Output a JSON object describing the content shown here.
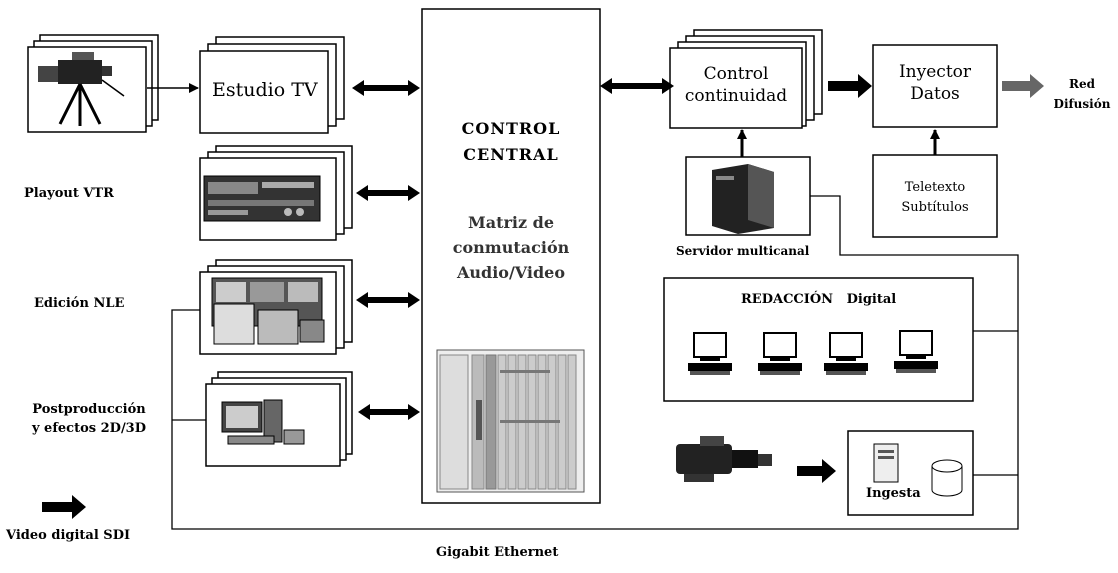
{
  "nodes": {
    "estudio_tv": "Estudio TV",
    "control_central": [
      "CONTROL",
      "CENTRAL"
    ],
    "matriz": [
      "Matriz de",
      "conmutación",
      "Audio/Video"
    ],
    "control_continuidad": [
      "Control",
      "continuidad"
    ],
    "inyector_datos": [
      "Inyector",
      "Datos"
    ],
    "red_difusion": [
      "Red",
      "Difusión"
    ],
    "teletexto": [
      "Teletexto",
      "Subtítulos"
    ],
    "servidor_multicanal": "Servidor multicanal",
    "redaccion": "REDACCIÓN   Digital",
    "ingesta": "Ingesta"
  },
  "left_labels": {
    "playout_vtr": "Playout VTR",
    "edicion_nle": "Edición NLE",
    "postproduccion": [
      "Postproducción",
      "y efectos 2D/3D"
    ]
  },
  "legend": {
    "video_sdi": "Video digital SDI"
  },
  "network": {
    "gigabit": "Gigabit Ethernet"
  },
  "icons": [
    "camera-icon",
    "vtr-deck-icon",
    "nle-workstation-icon",
    "pc-workstation-icon",
    "router-matrix-icon",
    "server-tower-icon",
    "computer-terminal-icon",
    "camcorder-icon",
    "database-cylinder-icon"
  ],
  "colors": {
    "line": "#000000",
    "arrow_gray": "#666666",
    "box_fill": "#ffffff"
  }
}
